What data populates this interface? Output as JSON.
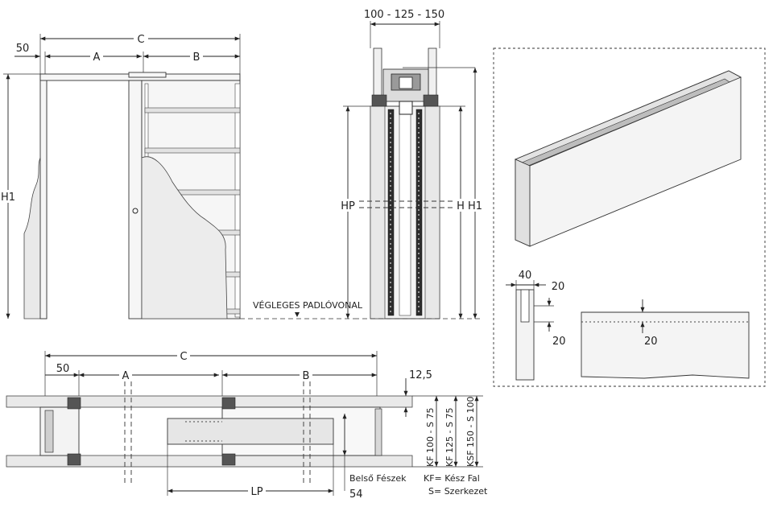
{
  "labels": {
    "C": "C",
    "A": "A",
    "B": "B",
    "d50": "50",
    "H1": "H1",
    "HP": "HP",
    "H": "H",
    "widths": "100 - 125 - 150",
    "floorline": "VÉGLEGES PADLÓVONAL",
    "d40": "40",
    "d20a": "20",
    "d20b": "20",
    "d20c": "20",
    "d12": "12,5",
    "LP": "LP",
    "pocket": "Belső Fészek",
    "d54": "54",
    "kf100": "KF 100 - S 75",
    "kf125": "KF 125 - S 75",
    "ksf150": "KSF 150 - S 100",
    "legend_kf": "KF= Kész Fal",
    "legend_s": "S= Szerkezet"
  },
  "colors": {
    "line": "#222222",
    "wall": "#e9e9e9",
    "frame": "#f6f6f6",
    "dark": "#2d2d2d"
  }
}
